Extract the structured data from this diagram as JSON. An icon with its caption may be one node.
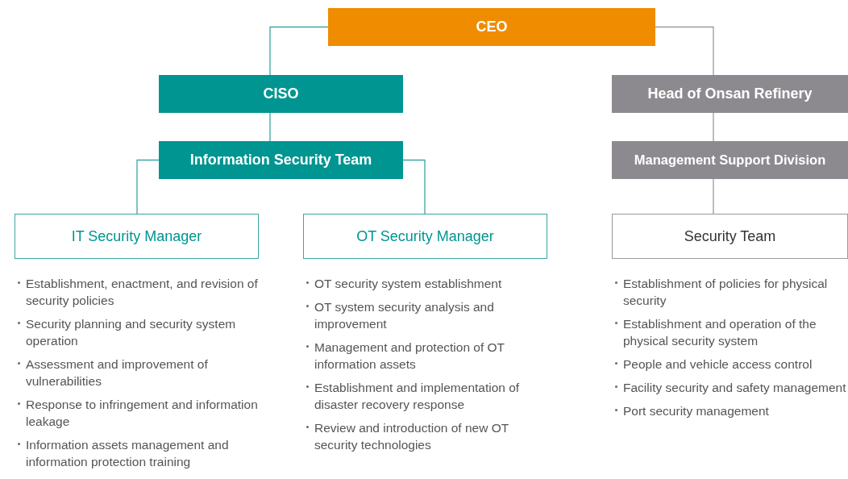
{
  "diagram": {
    "nodes": [
      {
        "text": [
          "CEO"
        ]
      },
      {
        "text": [
          "CISO"
        ]
      },
      {
        "text": [
          "Head of Onsan Refinery"
        ]
      },
      {
        "text": [
          "Information Security Team"
        ]
      },
      {
        "text": [
          "Management Support Division"
        ]
      },
      {
        "text": [
          "IT Security Manager"
        ],
        "beside": [
          "Establishment, enactment, and revision of security policies",
          "Security planning and security system operation",
          "Assessment and improvement of vulnerabilities",
          "Response to infringement and information leakage",
          "Information assets management and information protection training"
        ]
      },
      {
        "text": [
          "OT Security Manager"
        ],
        "beside": [
          "OT security system establishment",
          "OT system security analysis and improvement",
          "Management and protection of OT information assets",
          "Establishment and implementation of disaster recovery response",
          "Review and introduction of new OT security technologies"
        ]
      },
      {
        "text": [
          "Security Team"
        ],
        "beside": [
          "Establishment of policies for physical security",
          "Establishment and operation of the physical security system",
          "People and vehicle access control",
          "Facility security and safety management",
          "Port security management"
        ]
      }
    ],
    "edges": [
      {
        "from": 0,
        "to": 1,
        "arrow": "none"
      },
      {
        "from": 0,
        "to": 2,
        "arrow": "none",
        "color": "#9a9a9a"
      },
      {
        "from": 1,
        "to": 3,
        "arrow": "none"
      },
      {
        "from": 3,
        "to": 5,
        "arrow": "none"
      },
      {
        "from": 3,
        "to": 6,
        "arrow": "none"
      },
      {
        "from": 2,
        "to": 4,
        "arrow": "none",
        "color": "#9a9a9a"
      },
      {
        "from": 4,
        "to": 7,
        "arrow": "none",
        "color": "#9a9a9a"
      }
    ]
  }
}
